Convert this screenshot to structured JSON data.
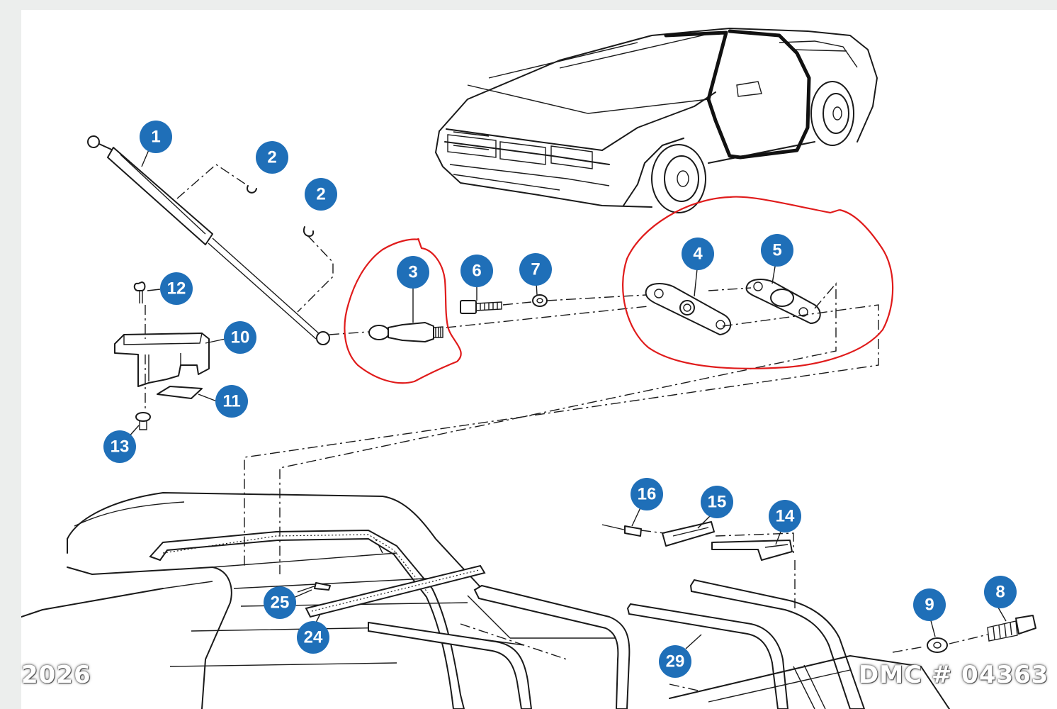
{
  "callouts": {
    "p1": "1",
    "p2a": "2",
    "p2b": "2",
    "p3": "3",
    "p4": "4",
    "p5": "5",
    "p6": "6",
    "p7": "7",
    "p8": "8",
    "p9": "9",
    "p10": "10",
    "p11": "11",
    "p12": "12",
    "p13": "13",
    "p14": "14",
    "p15": "15",
    "p16": "16",
    "p24": "24",
    "p25": "25",
    "p29": "29"
  },
  "watermarks": {
    "year": "2026",
    "part_number": "DMC # 04363"
  },
  "colors": {
    "callout": "#1f6fb8",
    "highlight": "#e01b1b",
    "ink": "#1a1a1a",
    "background": "#eceeed"
  }
}
